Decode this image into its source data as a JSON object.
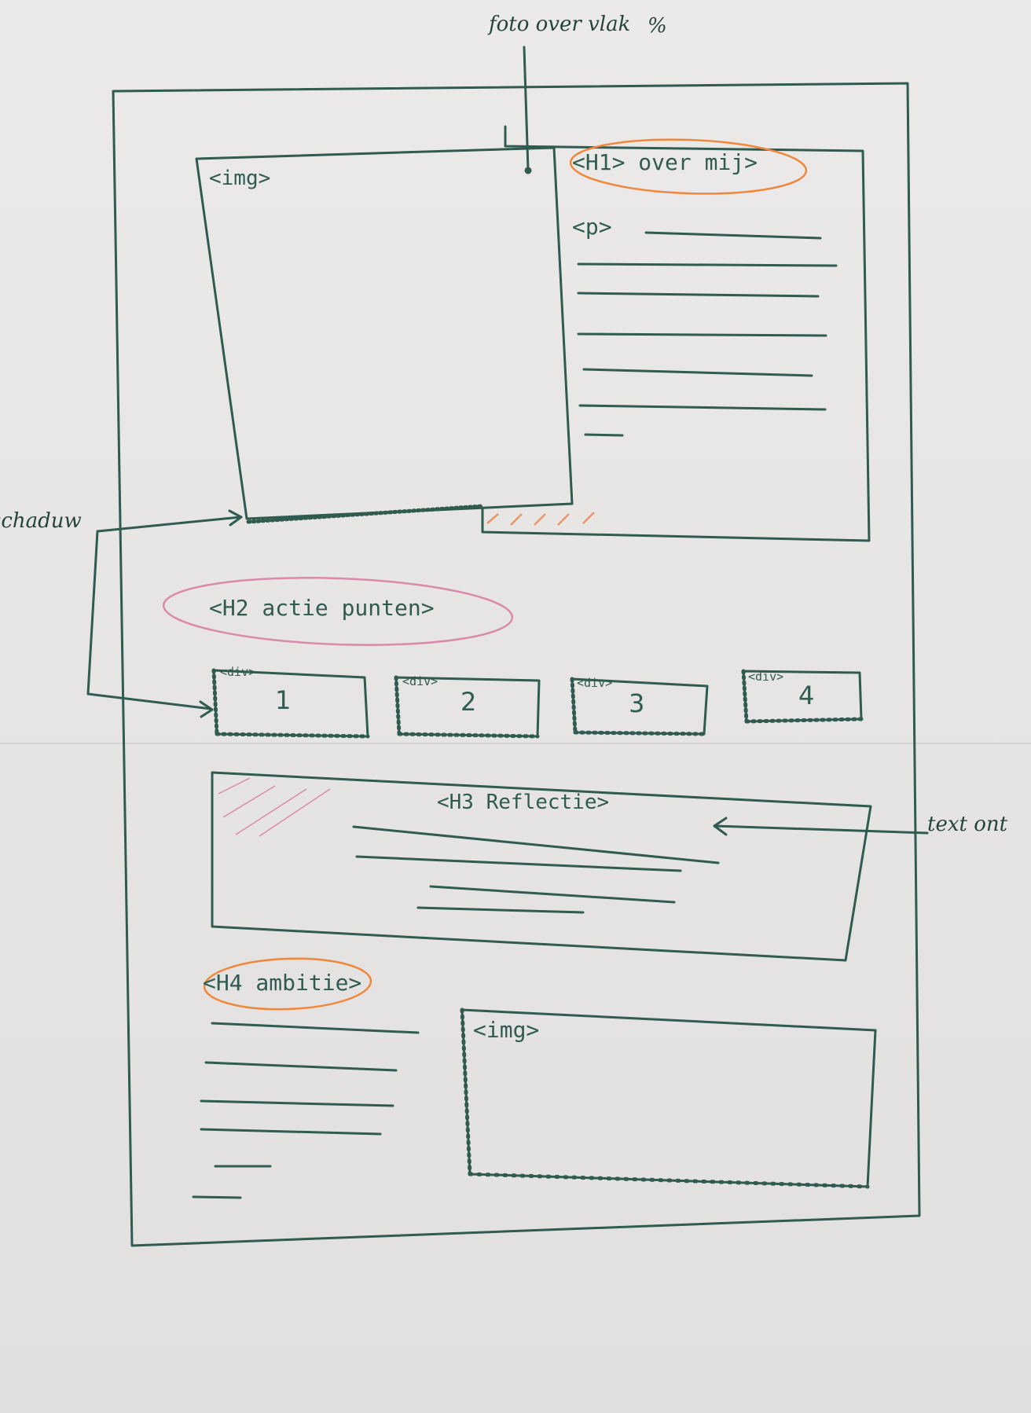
{
  "annotations": {
    "photo_over_area": "foto over vlak",
    "percent": "%",
    "shadow": "schaduw",
    "text_cut": "text ont"
  },
  "about": {
    "img_tag": "<img>",
    "heading": "<H1> over mij>",
    "paragraph_tag": "<p>"
  },
  "actions": {
    "heading": "<H2 actie punten>",
    "cards": [
      {
        "tag": "<div>",
        "number": "1"
      },
      {
        "tag": "<div>",
        "number": "2"
      },
      {
        "tag": "<div>",
        "number": "3"
      },
      {
        "tag": "<div>",
        "number": "4"
      }
    ]
  },
  "reflection": {
    "heading": "<H3 Reflectie>"
  },
  "ambition": {
    "heading": "<H4 ambitie>",
    "img_tag": "<img>"
  },
  "colors": {
    "ink": "#2f5b50",
    "orange_highlight": "#f0873a",
    "pink_highlight": "#d98aa6"
  }
}
